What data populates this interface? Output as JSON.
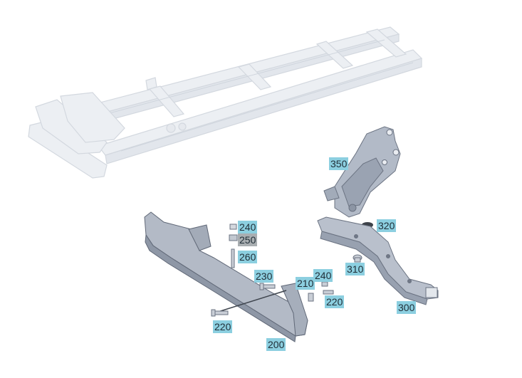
{
  "colors": {
    "callout_blue": "#8ccfe0",
    "callout_grey": "#a9aeb1",
    "frame_ghost": "#e6e9ee",
    "part_steel": "#aeb6c4",
    "part_steel_dark": "#8f98a8",
    "outline": "#5f6774"
  },
  "callouts": {
    "c350": "350",
    "c320": "320",
    "c310": "310",
    "c300": "300",
    "c240a": "240",
    "c250": "250",
    "c260": "260",
    "c230": "230",
    "c210": "210",
    "c240b": "240",
    "c220a": "220",
    "c220b": "220",
    "c200": "200"
  }
}
